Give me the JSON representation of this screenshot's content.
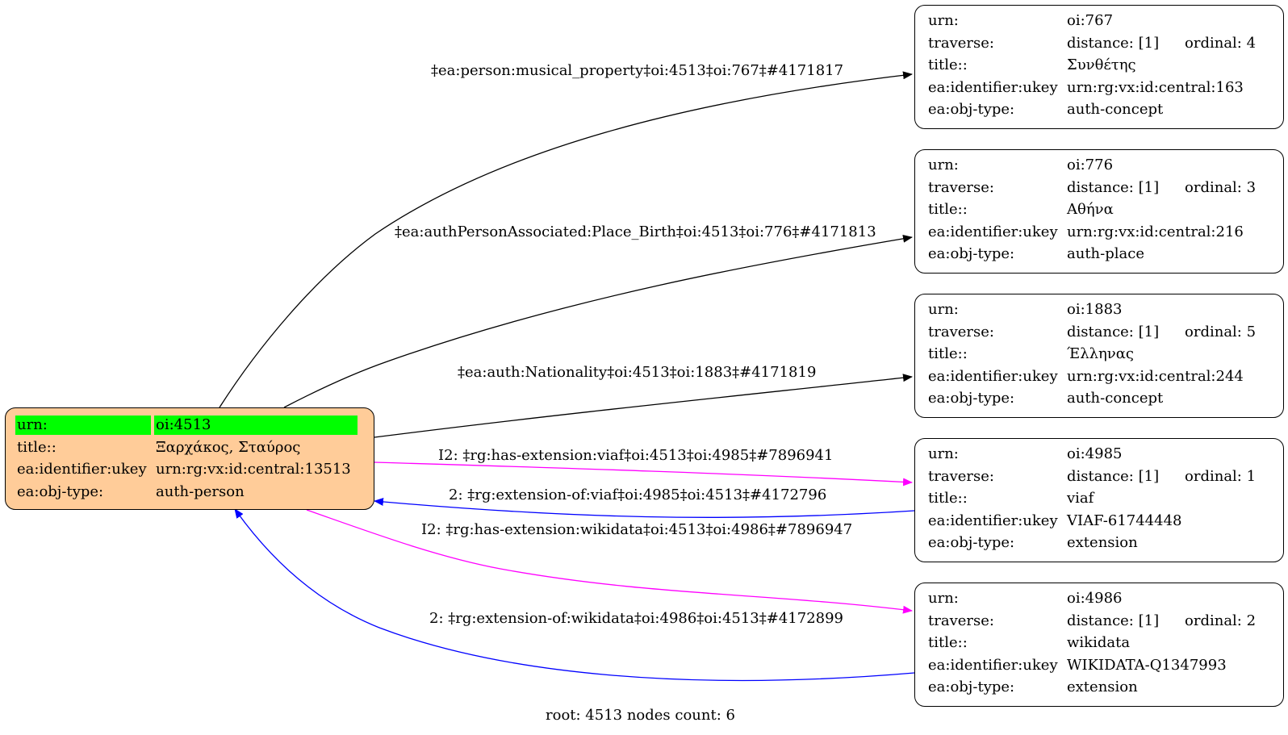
{
  "root_node": {
    "rows": [
      {
        "key": "urn:",
        "value": "oi:4513"
      },
      {
        "key": "title::",
        "value": "Ξαρχάκος, Σταύρος"
      },
      {
        "key": "ea:identifier:ukey",
        "value": "urn:rg:vx:id:central:13513"
      },
      {
        "key": "ea:obj-type:",
        "value": "auth-person"
      }
    ],
    "fill": "#ffcc99",
    "highlight": "#00ff00"
  },
  "nodes": [
    {
      "urn": "oi:767",
      "distance": "distance: [1]",
      "ordinal": "ordinal: 4",
      "title": "Συνθέτης",
      "ukey": "urn:rg:vx:id:central:163",
      "obj_type": "auth-concept"
    },
    {
      "urn": "oi:776",
      "distance": "distance: [1]",
      "ordinal": "ordinal: 3",
      "title": "Αθήνα",
      "ukey": "urn:rg:vx:id:central:216",
      "obj_type": "auth-place"
    },
    {
      "urn": "oi:1883",
      "distance": "distance: [1]",
      "ordinal": "ordinal: 5",
      "title": "Έλληνας",
      "ukey": "urn:rg:vx:id:central:244",
      "obj_type": "auth-concept"
    },
    {
      "urn": "oi:4985",
      "distance": "distance: [1]",
      "ordinal": "ordinal: 1",
      "title": "viaf",
      "ukey": "VIAF-61744448",
      "obj_type": "extension"
    },
    {
      "urn": "oi:4986",
      "distance": "distance: [1]",
      "ordinal": "ordinal: 2",
      "title": "wikidata",
      "ukey": "WIKIDATA-Q1347993",
      "obj_type": "extension"
    }
  ],
  "field_labels": {
    "urn": "urn:",
    "traverse": "traverse:",
    "title": "title::",
    "ukey": "ea:identifier:ukey",
    "obj_type": "ea:obj-type:"
  },
  "edges": [
    {
      "label": "‡ea:person:musical_property‡oi:4513‡oi:767‡#4171817",
      "color": "#000000"
    },
    {
      "label": "‡ea:authPersonAssociated:Place_Birth‡oi:4513‡oi:776‡#4171813",
      "color": "#000000"
    },
    {
      "label": "‡ea:auth:Nationality‡oi:4513‡oi:1883‡#4171819",
      "color": "#000000"
    },
    {
      "label": "I2: ‡rg:has-extension:viaf‡oi:4513‡oi:4985‡#7896941",
      "color": "#ff00ff"
    },
    {
      "label": "2: ‡rg:extension-of:viaf‡oi:4985‡oi:4513‡#4172796",
      "color": "#0000ff"
    },
    {
      "label": "I2: ‡rg:has-extension:wikidata‡oi:4513‡oi:4986‡#7896947",
      "color": "#ff00ff"
    },
    {
      "label": "2: ‡rg:extension-of:wikidata‡oi:4986‡oi:4513‡#4172899",
      "color": "#0000ff"
    }
  ],
  "footer": "root: 4513 nodes count: 6"
}
